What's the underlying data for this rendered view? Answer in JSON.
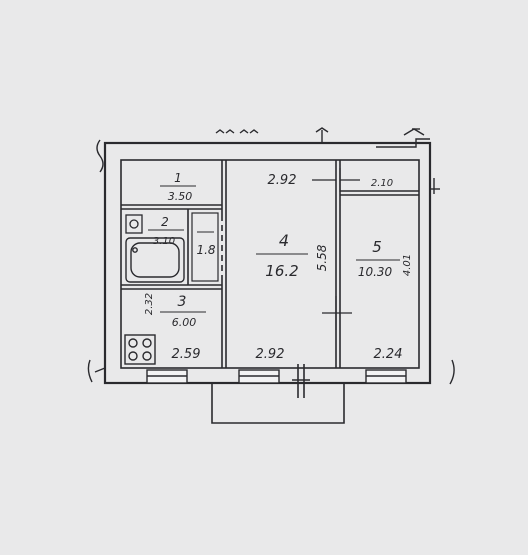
{
  "colors": {
    "paper": "#e9e9ea",
    "ink": "#2a2a2e",
    "wall_fill": "#f3f3f4"
  },
  "rooms": [
    {
      "id": "room-1",
      "number": "1",
      "area": "3.50"
    },
    {
      "id": "room-2",
      "number": "2",
      "area": "3.10"
    },
    {
      "id": "room-bath",
      "number": "",
      "area": "1.8"
    },
    {
      "id": "room-3",
      "number": "3",
      "area": "6.00"
    },
    {
      "id": "room-4",
      "number": "4",
      "area": "16.2"
    },
    {
      "id": "room-5",
      "number": "5",
      "area": "10.30"
    }
  ],
  "dimensions": {
    "room4_top_width": "2.92",
    "room4_bottom_width": "2.92",
    "room4_length": "5.58",
    "room5_top_width": "2.10",
    "room5_bottom_width": "2.24",
    "room5_length": "4.01",
    "kitchen_width": "2.59",
    "kitchen_length": "2.32"
  }
}
